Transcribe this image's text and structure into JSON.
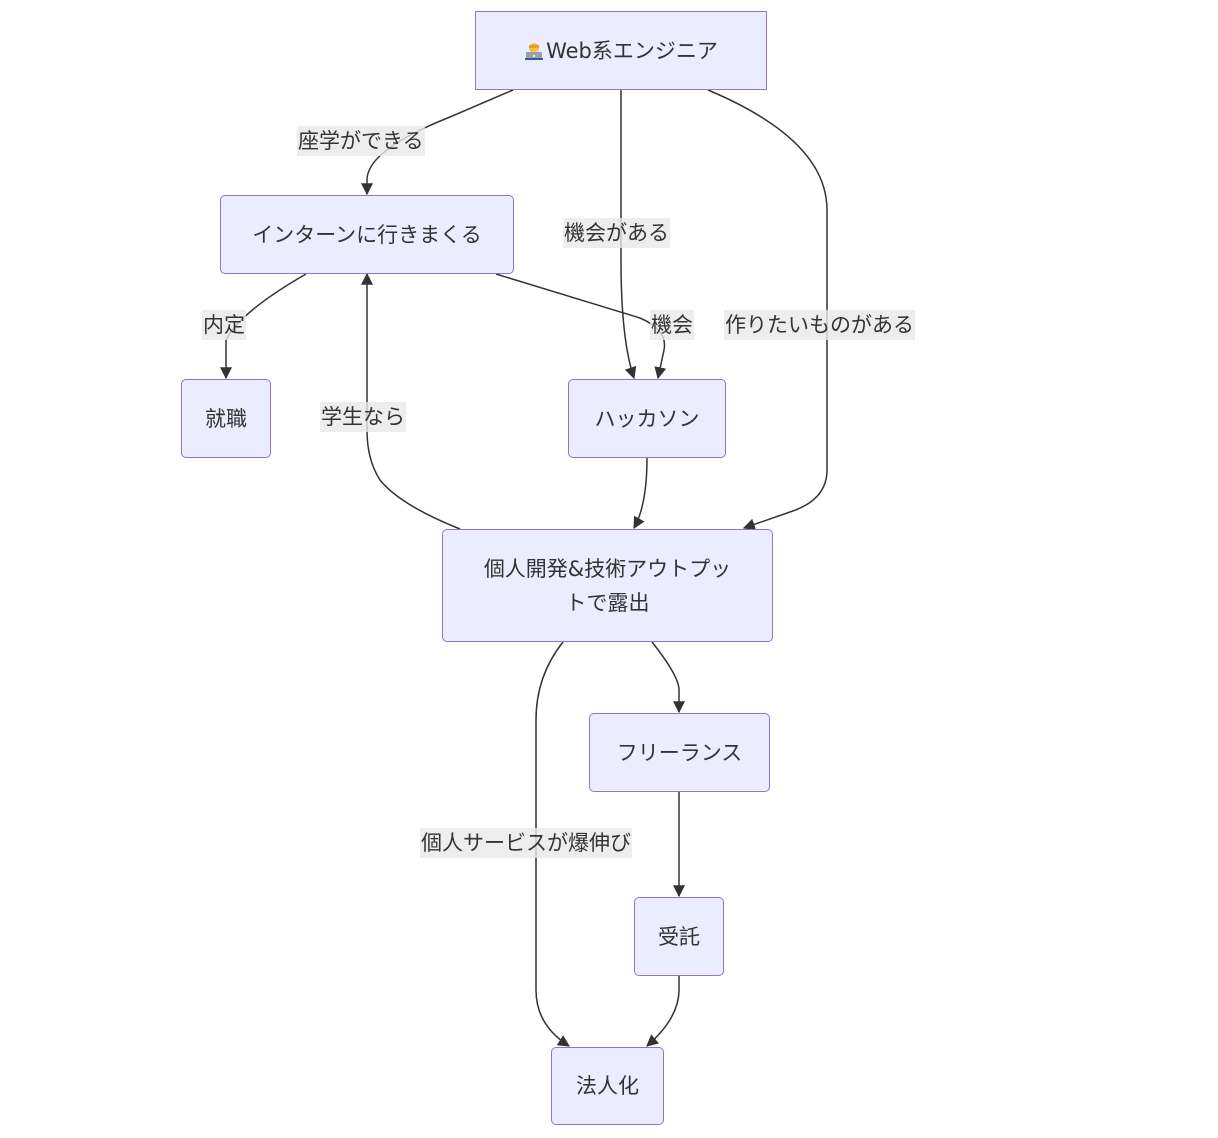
{
  "diagram": {
    "type": "flowchart",
    "direction": "TD",
    "colors": {
      "node_fill": "#ECECFF",
      "node_stroke": "#9370DB",
      "edge": "#333333",
      "text": "#333333",
      "label_bg": "#E8E8E8"
    },
    "nodes": {
      "engineer": {
        "icon": "technologist-emoji-icon",
        "label": "Web系エンジニア"
      },
      "intern": {
        "label": "インターンに行きまくる"
      },
      "job": {
        "label": "就職"
      },
      "hackathon": {
        "label": "ハッカソン"
      },
      "output": {
        "label_line1": "個人開発&技術アウトプッ",
        "label_line2": "トで露出"
      },
      "freelance": {
        "label": "フリーランス"
      },
      "contract": {
        "label": "受託"
      },
      "incorporate": {
        "label": "法人化"
      }
    },
    "edges": [
      {
        "from": "engineer",
        "to": "intern",
        "label": "座学ができる"
      },
      {
        "from": "engineer",
        "to": "hackathon",
        "label": "機会がある"
      },
      {
        "from": "engineer",
        "to": "output",
        "label": "作りたいものがある"
      },
      {
        "from": "intern",
        "to": "job",
        "label": "内定"
      },
      {
        "from": "intern",
        "to": "hackathon",
        "label": "機会"
      },
      {
        "from": "output",
        "to": "intern",
        "label": "学生なら"
      },
      {
        "from": "hackathon",
        "to": "output",
        "label": ""
      },
      {
        "from": "output",
        "to": "freelance",
        "label": ""
      },
      {
        "from": "freelance",
        "to": "contract",
        "label": ""
      },
      {
        "from": "output",
        "to": "incorporate",
        "label": "個人サービスが爆伸び"
      },
      {
        "from": "contract",
        "to": "incorporate",
        "label": ""
      }
    ]
  }
}
